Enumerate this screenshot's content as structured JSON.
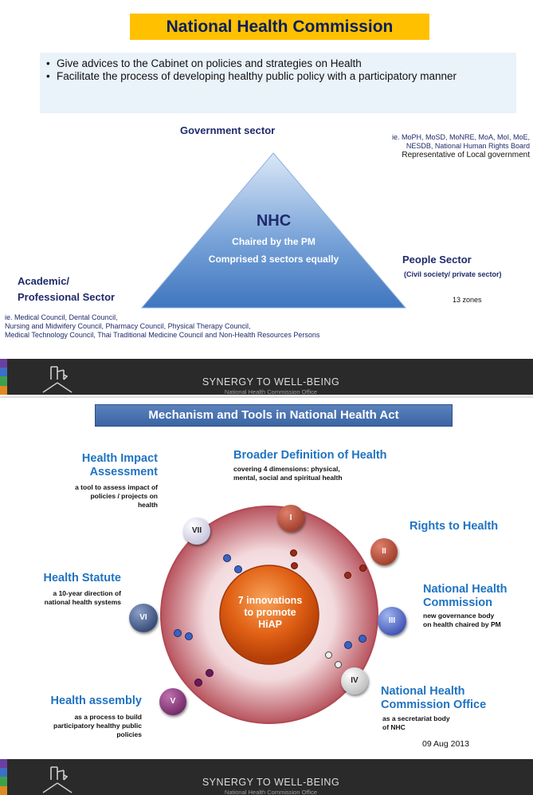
{
  "slide1": {
    "title": "National Health Commission",
    "bullets": [
      "Give advices to the Cabinet on policies and strategies on Health",
      "Facilitate the process of developing healthy public policy with a participatory manner"
    ],
    "government": {
      "label": "Government sector",
      "note_line1": "ie. MoPH, MoSD, MoNRE, MoA, MoI, MoE,",
      "note_line2": "NESDB, National Human Rights Board",
      "note_line3": "Representative of Local government"
    },
    "triangle": {
      "title": "NHC",
      "line1": "Chaired by the PM",
      "line2": "Comprised 3 sectors equally"
    },
    "people": {
      "label": "People Sector",
      "sub": "(Civil society/ private sector)",
      "zones": "13 zones"
    },
    "academic": {
      "label_line1": "Academic/",
      "label_line2": "Professional Sector",
      "note_line1": "ie. Medical Council, Dental Council,",
      "note_line2": "Nursing and Midwifery Council, Pharmacy Council, Physical Therapy Council,",
      "note_line3": "Medical Technology Council, Thai Traditional Medicine Council and Non-Health Resources Persons"
    },
    "footer": {
      "tagline": "SYNERGY TO WELL-BEING",
      "org": "National Health Commission Office"
    }
  },
  "slide2": {
    "title": "Mechanism and Tools in National Health Act",
    "center": {
      "line1": "7 innovations",
      "line2": "to promote",
      "line3": "HiAP"
    },
    "orbs": [
      "I",
      "II",
      "III",
      "IV",
      "V",
      "VI",
      "VII"
    ],
    "hia": {
      "title_line1": "Health Impact",
      "title_line2": "Assessment",
      "desc_line1": "a tool to assess impact of",
      "desc_line2": "policies / projects on",
      "desc_line3": "health"
    },
    "broader": {
      "title": "Broader Definition of Health",
      "desc_line1": "covering 4 dimensions: physical,",
      "desc_line2": "mental, social and spiritual health"
    },
    "rights": {
      "title": "Rights to Health"
    },
    "nhc": {
      "title_line1": "National Health",
      "title_line2": "Commission",
      "desc_line1": "new governance body",
      "desc_line2": "on health chaired by PM"
    },
    "statute": {
      "title": "Health Statute",
      "desc_line1": "a 10-year direction of",
      "desc_line2": "national health systems"
    },
    "assembly": {
      "title": "Health assembly",
      "desc_line1": "as a process to build",
      "desc_line2": "participatory healthy public",
      "desc_line3": "policies"
    },
    "nhco": {
      "title_line1": "National Health",
      "title_line2": "Commission Office",
      "desc_line1": "as a secretariat body",
      "desc_line2": "of NHC"
    },
    "date": "09 Aug 2013",
    "footer": {
      "tagline": "SYNERGY TO WELL-BEING",
      "org": "National Health Commission Office"
    }
  },
  "colors": {
    "title_bg": "#ffc000",
    "navy": "#1f2a6b",
    "blue_heading": "#1f73c2",
    "triangle_light": "#cfe0f4",
    "triangle_dark": "#4a7fc4",
    "center_orange": "#e8641e",
    "footer_bg": "#2a2a2a"
  }
}
